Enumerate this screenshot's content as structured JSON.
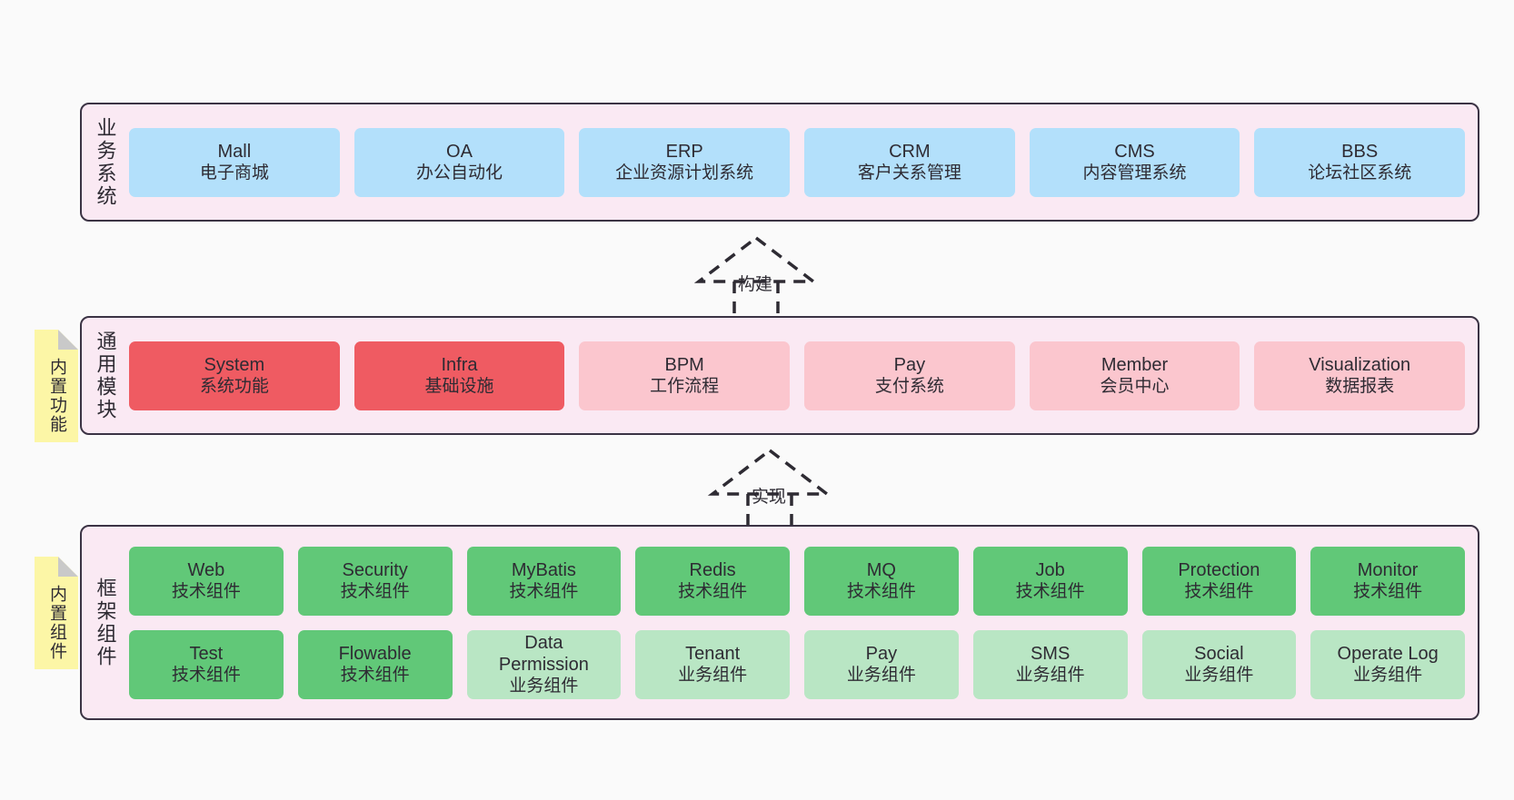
{
  "diagram": {
    "background_color": "#fafafa",
    "container_border_color": "#3b3344",
    "container_fill_color": "#fae9f3",
    "note_color": "#fcf6a6"
  },
  "layers": [
    {
      "id": "business-systems",
      "title": "业务系统",
      "note": null,
      "rows": [
        {
          "nodes": [
            {
              "en": "Mall",
              "cn": "电子商城",
              "color": "#b3e0fb",
              "style": "n-blue"
            },
            {
              "en": "OA",
              "cn": "办公自动化",
              "color": "#b3e0fb",
              "style": "n-blue"
            },
            {
              "en": "ERP",
              "cn": "企业资源计划系统",
              "color": "#b3e0fb",
              "style": "n-blue"
            },
            {
              "en": "CRM",
              "cn": "客户关系管理",
              "color": "#b3e0fb",
              "style": "n-blue"
            },
            {
              "en": "CMS",
              "cn": "内容管理系统",
              "color": "#b3e0fb",
              "style": "n-blue"
            },
            {
              "en": "BBS",
              "cn": "论坛社区系统",
              "color": "#b3e0fb",
              "style": "n-blue"
            }
          ]
        }
      ]
    },
    {
      "id": "common-modules",
      "title": "通用模块",
      "note": "内置功能",
      "rows": [
        {
          "nodes": [
            {
              "en": "System",
              "cn": "系统功能",
              "color": "#ef5b62",
              "style": "n-red"
            },
            {
              "en": "Infra",
              "cn": "基础设施",
              "color": "#ef5b62",
              "style": "n-red"
            },
            {
              "en": "BPM",
              "cn": "工作流程",
              "color": "#fbc6ce",
              "style": "n-pink"
            },
            {
              "en": "Pay",
              "cn": "支付系统",
              "color": "#fbc6ce",
              "style": "n-pink"
            },
            {
              "en": "Member",
              "cn": "会员中心",
              "color": "#fbc6ce",
              "style": "n-pink"
            },
            {
              "en": "Visualization",
              "cn": "数据报表",
              "color": "#fbc6ce",
              "style": "n-pink"
            }
          ]
        }
      ]
    },
    {
      "id": "framework-components",
      "title": "框架组件",
      "note": "内置组件",
      "rows": [
        {
          "nodes": [
            {
              "en": "Web",
              "cn": "技术组件",
              "color": "#61c878",
              "style": "n-green"
            },
            {
              "en": "Security",
              "cn": "技术组件",
              "color": "#61c878",
              "style": "n-green"
            },
            {
              "en": "MyBatis",
              "cn": "技术组件",
              "color": "#61c878",
              "style": "n-green"
            },
            {
              "en": "Redis",
              "cn": "技术组件",
              "color": "#61c878",
              "style": "n-green"
            },
            {
              "en": "MQ",
              "cn": "技术组件",
              "color": "#61c878",
              "style": "n-green"
            },
            {
              "en": "Job",
              "cn": "技术组件",
              "color": "#61c878",
              "style": "n-green"
            },
            {
              "en": "Protection",
              "cn": "技术组件",
              "color": "#61c878",
              "style": "n-green"
            },
            {
              "en": "Monitor",
              "cn": "技术组件",
              "color": "#61c878",
              "style": "n-green"
            }
          ]
        },
        {
          "nodes": [
            {
              "en": "Test",
              "cn": "技术组件",
              "color": "#61c878",
              "style": "n-green"
            },
            {
              "en": "Flowable",
              "cn": "技术组件",
              "color": "#61c878",
              "style": "n-green"
            },
            {
              "en": "Data Permission",
              "cn": "业务组件",
              "color": "#b9e6c4",
              "style": "n-lightgreen"
            },
            {
              "en": "Tenant",
              "cn": "业务组件",
              "color": "#b9e6c4",
              "style": "n-lightgreen"
            },
            {
              "en": "Pay",
              "cn": "业务组件",
              "color": "#b9e6c4",
              "style": "n-lightgreen"
            },
            {
              "en": "SMS",
              "cn": "业务组件",
              "color": "#b9e6c4",
              "style": "n-lightgreen"
            },
            {
              "en": "Social",
              "cn": "业务组件",
              "color": "#b9e6c4",
              "style": "n-lightgreen"
            },
            {
              "en": "Operate Log",
              "cn": "业务组件",
              "color": "#b9e6c4",
              "style": "n-lightgreen"
            }
          ]
        }
      ]
    }
  ],
  "connectors": [
    {
      "id": "build",
      "label": "构建",
      "style": "dashed-hollow-triangle-up",
      "from": "common-modules",
      "to": "business-systems"
    },
    {
      "id": "implement",
      "label": "实现",
      "style": "dashed-hollow-triangle-up",
      "from": "framework-components",
      "to": "common-modules"
    }
  ]
}
